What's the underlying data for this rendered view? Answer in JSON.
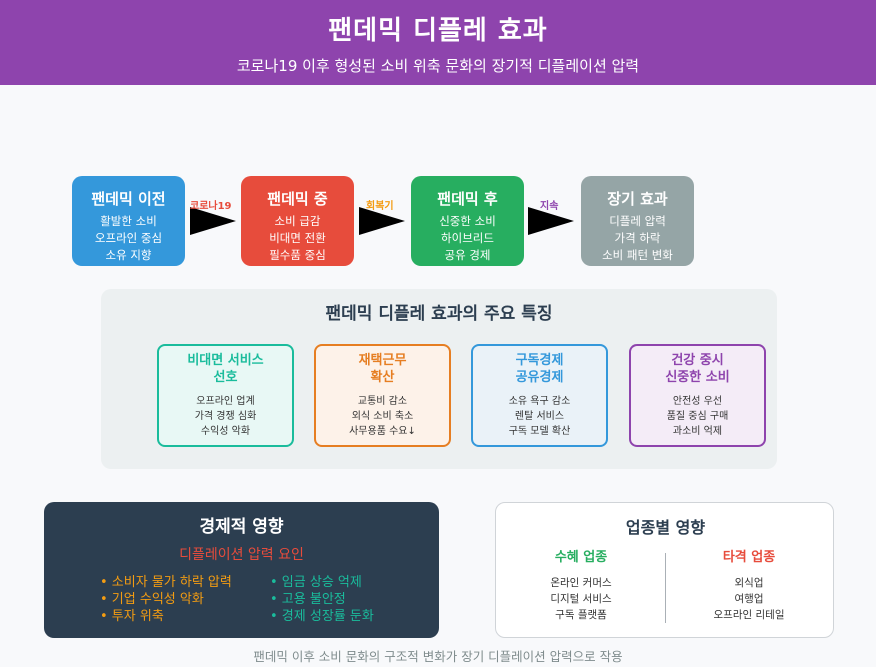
{
  "header": {
    "title": "팬데믹 디플레 효과",
    "subtitle": "코로나19 이후 형성된 소비 위축 문화의 장기적 디플레이션 압력"
  },
  "stages": [
    {
      "title": "팬데믹 이전",
      "lines": [
        "활발한 소비",
        "오프라인 중심",
        "소유 지향"
      ],
      "color": "#3498db"
    },
    {
      "title": "팬데믹 중",
      "lines": [
        "소비 급감",
        "비대면 전환",
        "필수품 중심"
      ],
      "color": "#e74c3c"
    },
    {
      "title": "팬데믹 후",
      "lines": [
        "신중한 소비",
        "하이브리드",
        "공유 경제"
      ],
      "color": "#27ae60"
    },
    {
      "title": "장기 효과",
      "lines": [
        "디플레 압력",
        "가격 하락",
        "소비 패턴 변화"
      ],
      "color": "#95a5a6"
    }
  ],
  "arrows": [
    {
      "label": "코로나19",
      "color": "#e74c3c"
    },
    {
      "label": "회복기",
      "color": "#f39c12"
    },
    {
      "label": "지속",
      "color": "#8e44ad"
    }
  ],
  "features": {
    "title": "팬데믹 디플레 효과의 주요 특징",
    "cards": [
      {
        "title": "비대면 서비스\n선호",
        "lines": [
          "오프라인 업계",
          "가격 경쟁 심화",
          "수익성 악화"
        ],
        "color": "#1abc9c",
        "bg": "#e8f8f5"
      },
      {
        "title": "재택근무\n확산",
        "lines": [
          "교통비 감소",
          "외식 소비 축소",
          "사무용품 수요↓"
        ],
        "color": "#e67e22",
        "bg": "#fdf2e9"
      },
      {
        "title": "구독경제\n공유경제",
        "lines": [
          "소유 욕구 감소",
          "렌탈 서비스",
          "구독 모델 확산"
        ],
        "color": "#3498db",
        "bg": "#eaf2f8"
      },
      {
        "title": "건강 중시\n신중한 소비",
        "lines": [
          "안전성 우선",
          "품질 중심 구매",
          "과소비 억제"
        ],
        "color": "#8e44ad",
        "bg": "#f4ecf7"
      }
    ]
  },
  "economic": {
    "title": "경제적 영향",
    "subtitle": "디플레이션 압력 요인",
    "left_items": [
      "• 소비자 물가 하락 압력",
      "• 기업 수익성 악화",
      "• 투자 위축"
    ],
    "right_items": [
      "• 임금 상승 억제",
      "• 고용 불안정",
      "• 경제 성장률 둔화"
    ],
    "left_color": "#f39c12",
    "right_color": "#1abc9c"
  },
  "industry": {
    "title": "업종별 영향",
    "benefit": {
      "head": "수혜 업종",
      "items": [
        "온라인 커머스",
        "디지털 서비스",
        "구독 플랫폼"
      ],
      "color": "#27ae60"
    },
    "damage": {
      "head": "타격 업종",
      "items": [
        "외식업",
        "여행업",
        "오프라인 리테일"
      ],
      "color": "#e74c3c"
    }
  },
  "footer": "팬데믹 이후 소비 문화의 구조적 변화가 장기 디플레이션 압력으로 작용"
}
